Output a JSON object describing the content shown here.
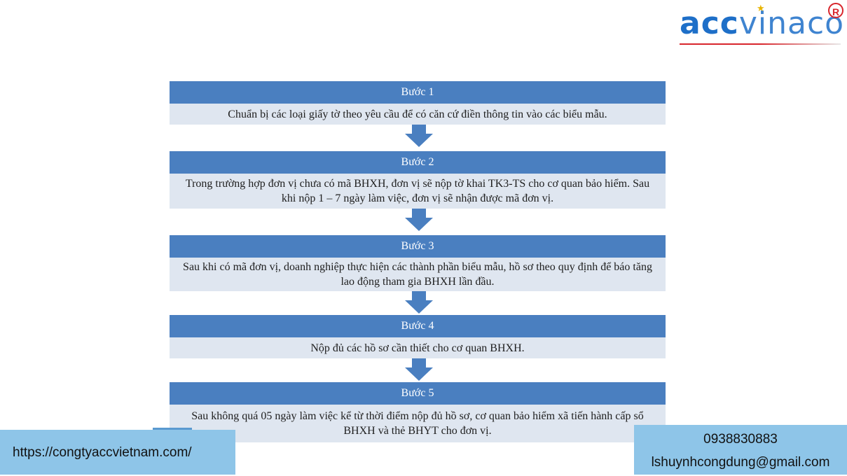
{
  "logo": {
    "text_main": "acc",
    "text_sub": "vinaco",
    "reg_mark": "R"
  },
  "steps": [
    {
      "title": "Bước 1",
      "text": "Chuẩn bị các loại giấy tờ theo yêu cầu để có căn cứ điền thông tin vào các biểu mẫu."
    },
    {
      "title": "Bước 2",
      "text": "Trong trường hợp đơn vị chưa có mã BHXH, đơn vị sẽ nộp tờ khai TK3-TS cho cơ quan bảo hiểm. Sau khi nộp 1 – 7 ngày làm việc, đơn vị sẽ nhận được mã đơn vị."
    },
    {
      "title": "Bước 3",
      "text": "Sau khi có mã đơn vị, doanh nghiệp thực hiện các thành phần biểu mẫu, hồ sơ theo quy định để báo tăng lao động tham gia BHXH lần đầu."
    },
    {
      "title": "Bước 4",
      "text": "Nộp đủ các hồ sơ cần thiết cho cơ quan BHXH."
    },
    {
      "title": "Bước 5",
      "text": "Sau không quá 05 ngày làm việc kể từ thời điểm nộp đủ hồ sơ, cơ quan bảo hiểm xã tiến hành cấp sổ BHXH và thẻ BHYT cho đơn vị."
    }
  ],
  "footer": {
    "url": "https://congtyaccvietnam.com/",
    "phone": "0938830883",
    "email": "lshuynhcongdung@gmail.com"
  },
  "colors": {
    "header_blue": "#4a7fc0",
    "body_bg": "#dfe6f0",
    "arrow_blue": "#4a7fc0",
    "footer_bg": "#8ec5e8"
  }
}
